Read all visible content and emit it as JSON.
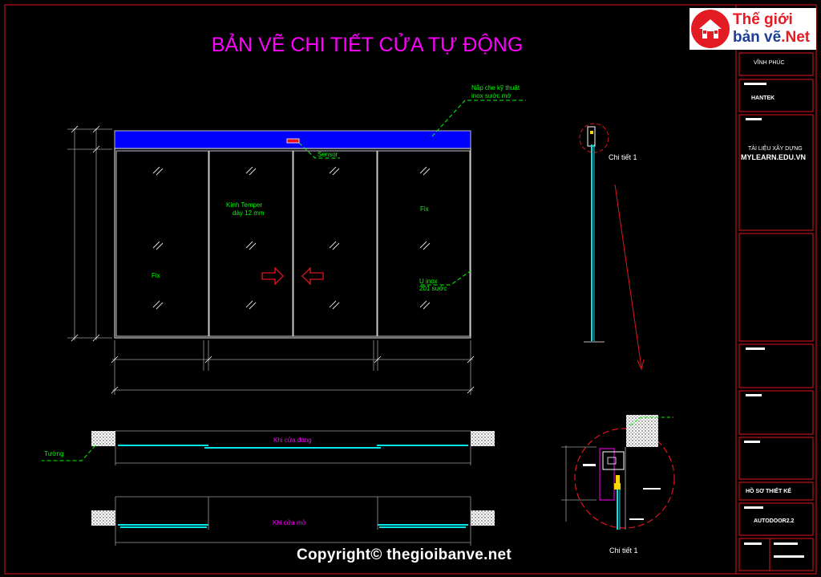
{
  "title": "BẢN VẼ CHI TIẾT CỬA TỰ ĐỘNG",
  "labels": {
    "cover": [
      "Nắp che kỹ thuật",
      "inox sước mờ"
    ],
    "sensor": "Sensor",
    "glass": [
      "Kính Temper",
      "dày 12 mm"
    ],
    "fix_left": "Fix",
    "fix_right": "Fix",
    "u_inox": [
      "U inox",
      "201 sước"
    ],
    "wall": "Tường",
    "closed": "Khi cửa đóng",
    "open": "Khi cửa mở",
    "detail_top": "Chi tiết 1",
    "detail_bottom": "Chi tiết 1"
  },
  "title_block": {
    "location": "VĨNH PHÚC",
    "company": "HANTEK",
    "source": "TÀI LIỆU XÂY DỰNG",
    "website": "MYLEARN.EDU.VN",
    "doc_type": "HỒ SƠ THIẾT KẾ",
    "code": "AUTODOOR2.2"
  },
  "logo": {
    "line1": "Thế giới",
    "line2a": "bản vẽ",
    "line2b": ".Net"
  },
  "copyright": "Copyright© thegioibanve.net",
  "colors": {
    "title": "#ff00ff",
    "frame": "#e0141e",
    "glass_line": "#00e5e5",
    "leader": "#00ff00",
    "header_bar": "#0000ff"
  }
}
